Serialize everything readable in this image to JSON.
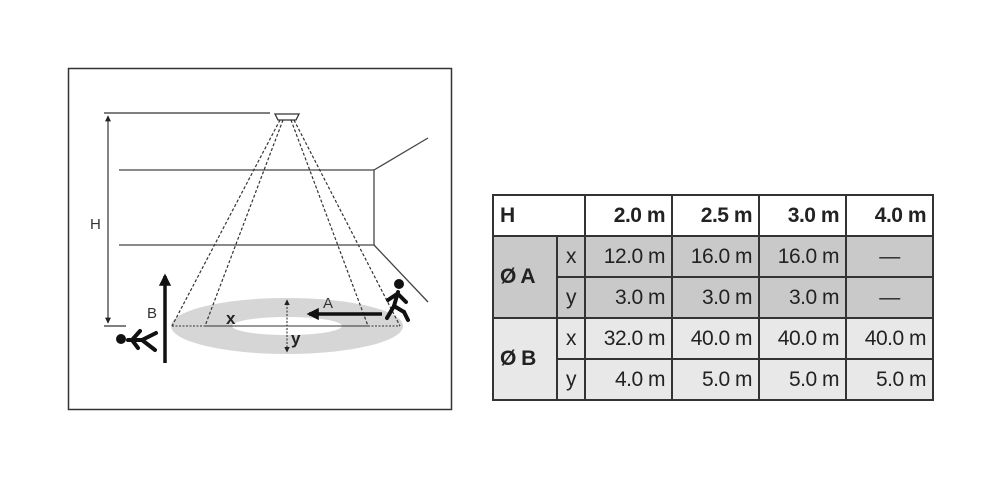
{
  "diagram": {
    "labels": {
      "H": "H",
      "A": "A",
      "B": "B",
      "x": "x",
      "y": "y"
    }
  },
  "table": {
    "header": {
      "label": "H",
      "columns": [
        "2.0 m",
        "2.5 m",
        "3.0 m",
        "4.0 m"
      ]
    },
    "groups": [
      {
        "label": "Ø A",
        "color": "#c9c9c9",
        "rows": [
          {
            "axis": "x",
            "values": [
              "12.0 m",
              "16.0 m",
              "16.0 m",
              "—"
            ]
          },
          {
            "axis": "y",
            "values": [
              "3.0 m",
              "3.0 m",
              "3.0 m",
              "—"
            ]
          }
        ]
      },
      {
        "label": "Ø B",
        "color": "#e8e8e8",
        "rows": [
          {
            "axis": "x",
            "values": [
              "32.0 m",
              "40.0 m",
              "40.0 m",
              "40.0 m"
            ]
          },
          {
            "axis": "y",
            "values": [
              "4.0 m",
              "5.0 m",
              "5.0 m",
              "5.0 m"
            ]
          }
        ]
      }
    ]
  }
}
